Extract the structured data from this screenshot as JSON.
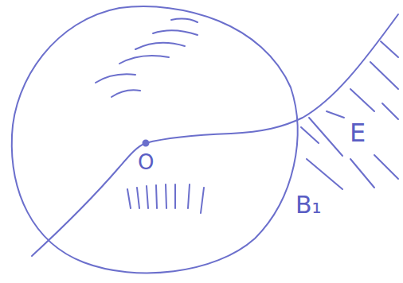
{
  "diagram": {
    "labels": [
      "O",
      "B₁",
      "E"
    ]
  }
}
